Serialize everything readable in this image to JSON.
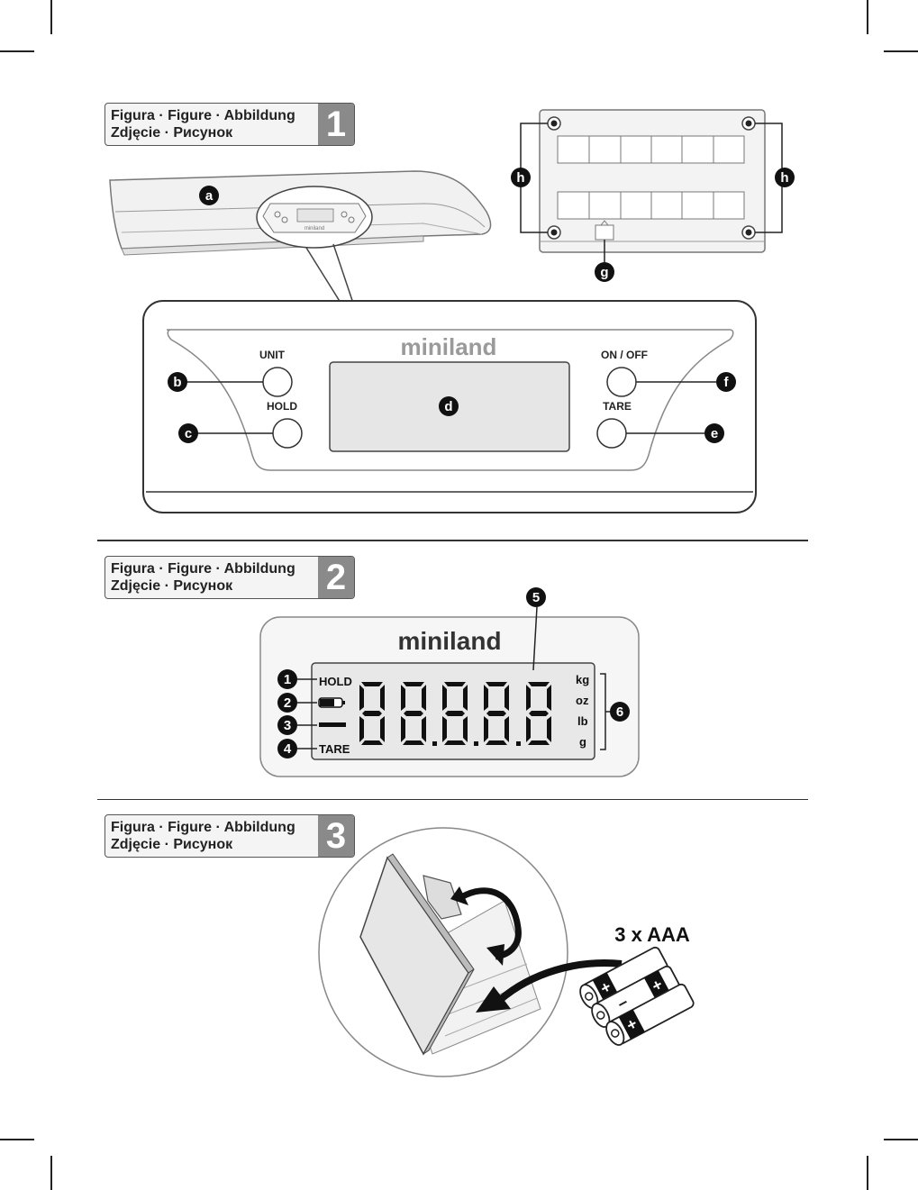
{
  "figures": [
    {
      "caption_line1": "Figura · Figure · Abbildung",
      "caption_line2": "Zdjęcie · Рисунок",
      "number": "1"
    },
    {
      "caption_line1": "Figura · Figure · Abbildung",
      "caption_line2": "Zdjęcie · Рисунок",
      "number": "2"
    },
    {
      "caption_line1": "Figura · Figure · Abbildung",
      "caption_line2": "Zdjęcie · Рисунок",
      "number": "3"
    }
  ],
  "figure1": {
    "callouts": {
      "a": "a",
      "b": "b",
      "c": "c",
      "d": "d",
      "e": "e",
      "f": "f",
      "g": "g",
      "h": "h"
    },
    "brand": "miniland",
    "mini_brand": "miniland",
    "buttons": {
      "unit": "UNIT",
      "hold": "HOLD",
      "on_off": "ON / OFF",
      "tare": "TARE"
    }
  },
  "figure2": {
    "brand": "miniland",
    "digits": "88888",
    "indicators": {
      "hold": "HOLD",
      "tare": "TARE"
    },
    "units": [
      "kg",
      "oz",
      "lb",
      "g"
    ],
    "callouts": [
      "1",
      "2",
      "3",
      "4",
      "5",
      "6"
    ]
  },
  "figure3": {
    "battery_label": "3 x AAA",
    "plus_sign": "+",
    "minus_sign": "−"
  }
}
